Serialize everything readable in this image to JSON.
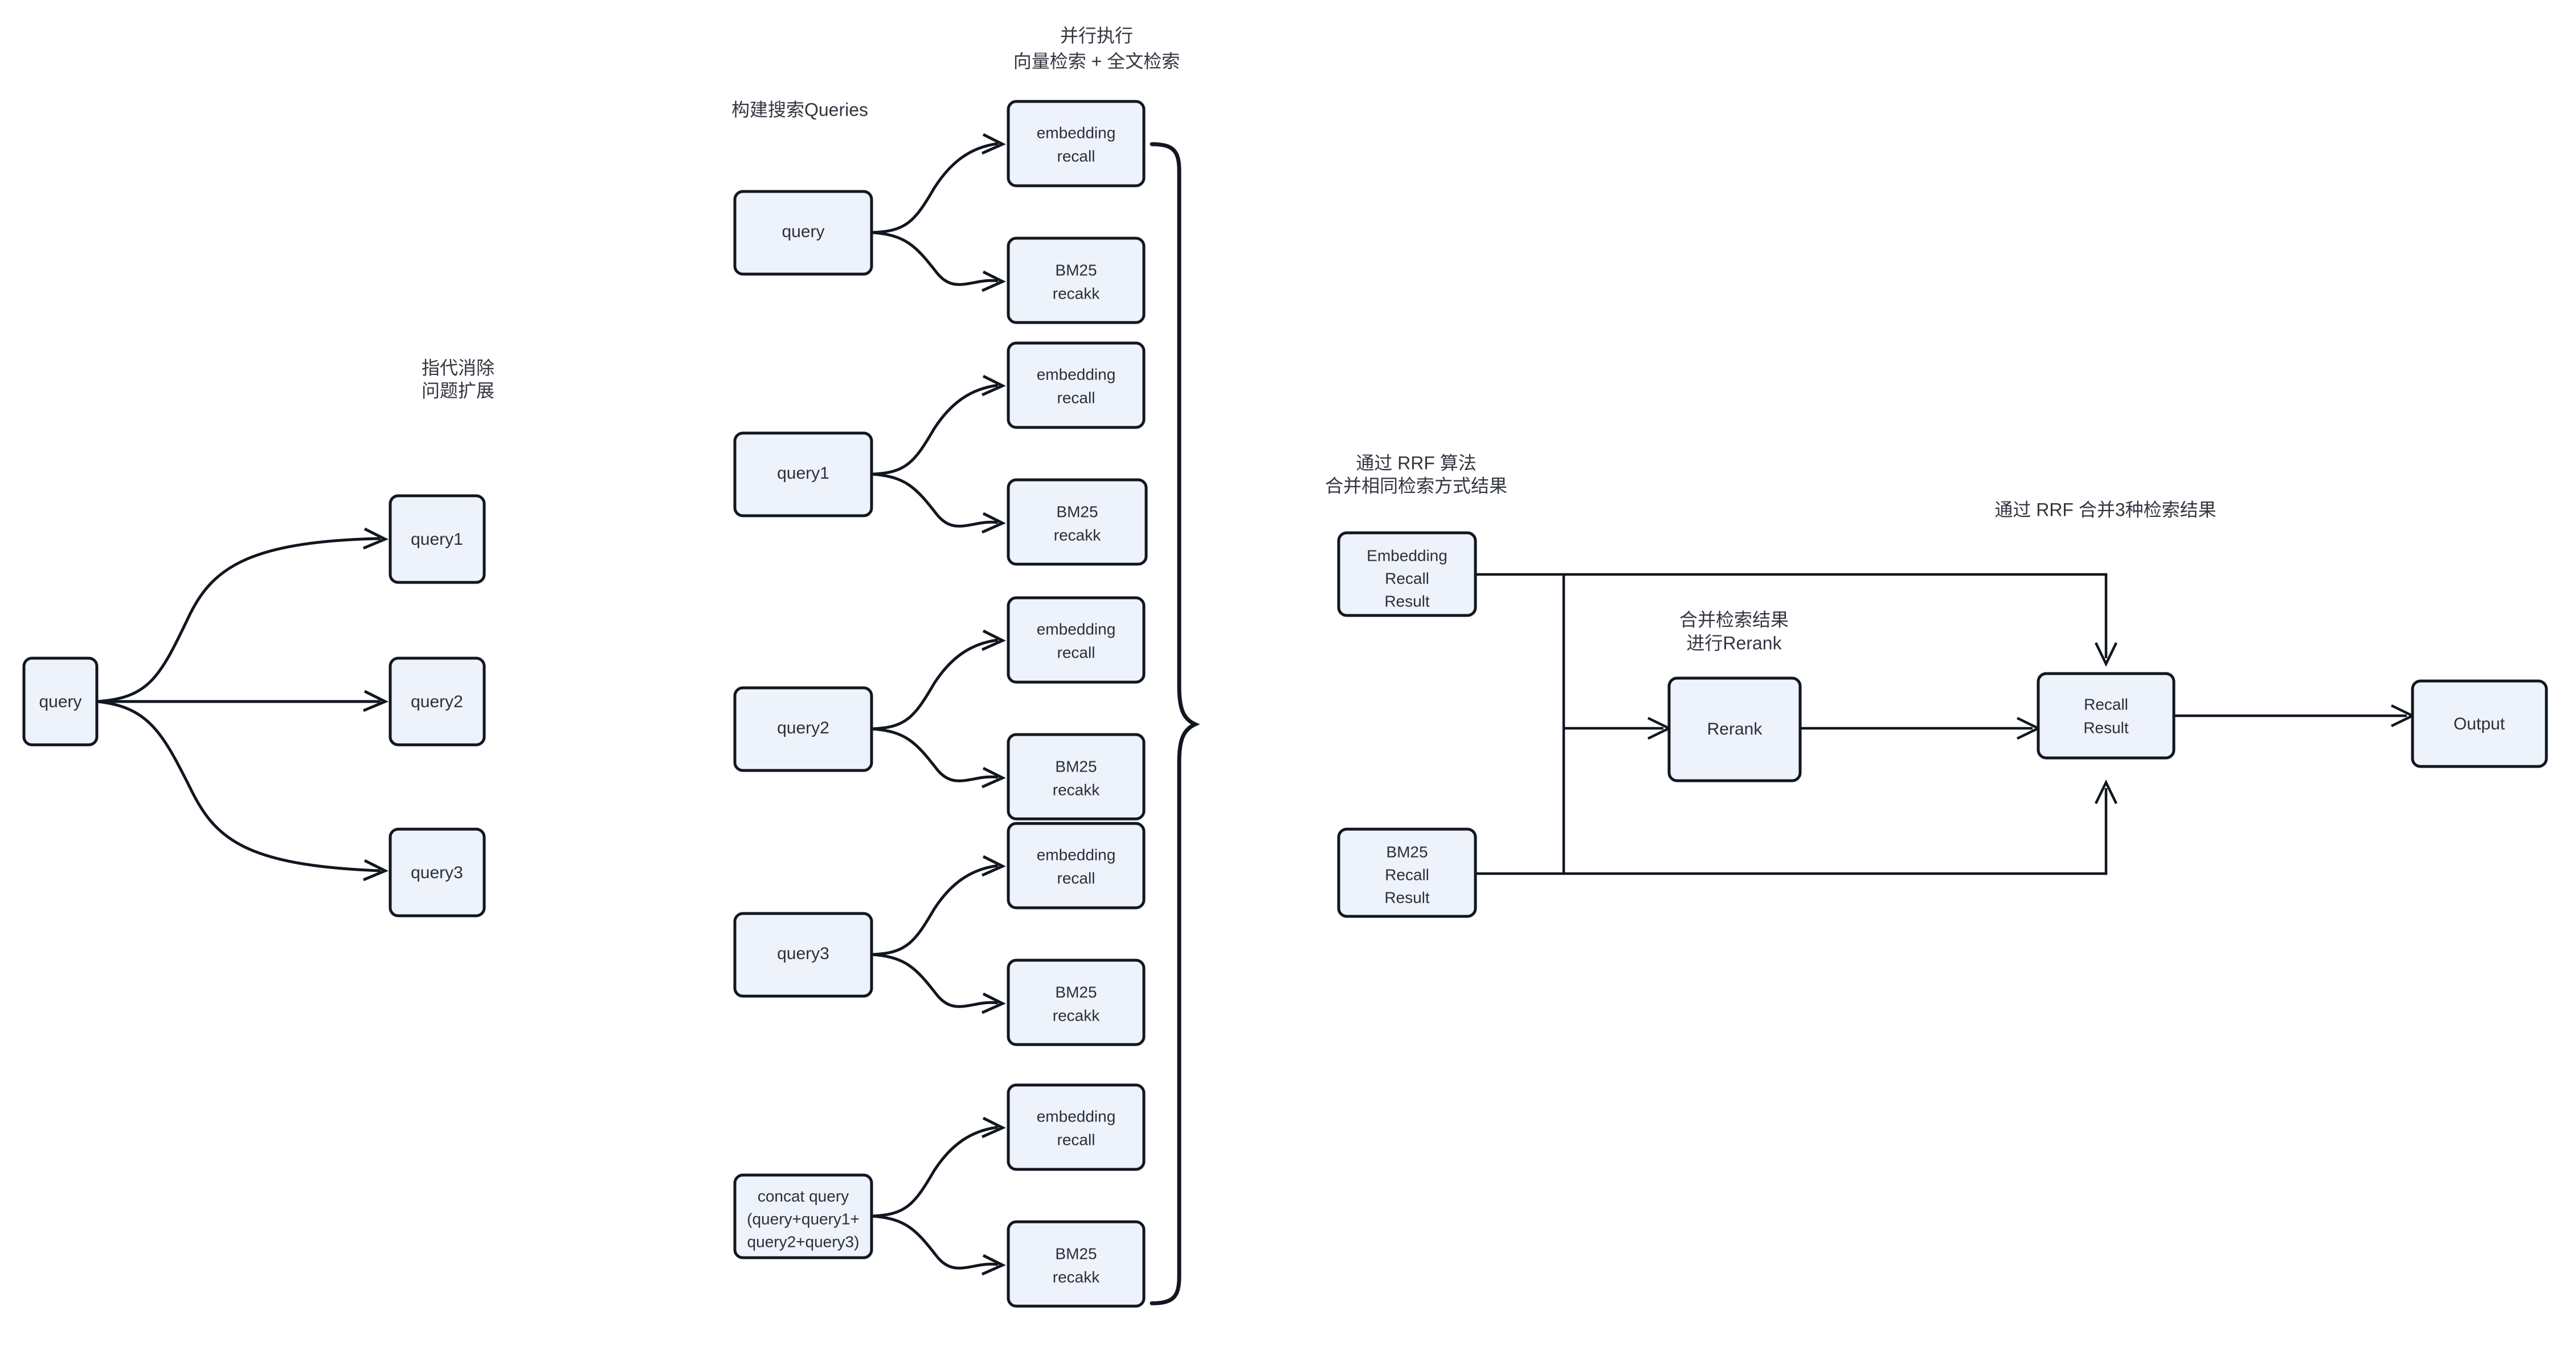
{
  "diagram": {
    "title": "RAG hybrid retrieval pipeline",
    "colors": {
      "node_fill": "#eef2fb",
      "node_stroke": "#11161f",
      "edge": "#11161f",
      "text": "#2b2f38",
      "background": "#ffffff"
    },
    "annotations": [
      {
        "id": "anno-query-expansion",
        "lines": [
          "指代消除",
          "问题扩展"
        ]
      },
      {
        "id": "anno-build-queries",
        "lines": [
          "构建搜索Queries"
        ]
      },
      {
        "id": "anno-parallel-exec",
        "lines": [
          "并行执行",
          "向量检索 + 全文检索"
        ]
      },
      {
        "id": "anno-rrf-same-type",
        "lines": [
          "通过 RRF 算法",
          "合并相同检索方式结果"
        ]
      },
      {
        "id": "anno-merge-rerank",
        "lines": [
          "合并检索结果",
          "进行Rerank"
        ]
      },
      {
        "id": "anno-rrf-three",
        "lines": [
          "通过 RRF 合并3种检索结果"
        ]
      }
    ],
    "stage_query_expansion": {
      "source": {
        "id": "node-query-source",
        "label": "query"
      },
      "expanded": [
        {
          "id": "node-query1",
          "label": "query1"
        },
        {
          "id": "node-query2",
          "label": "query2"
        },
        {
          "id": "node-query3",
          "label": "query3"
        }
      ]
    },
    "stage_search_queries": {
      "groups": [
        {
          "id": "group-query",
          "source": {
            "id": "node-sq-query",
            "lines": [
              "query"
            ]
          },
          "recalls": [
            {
              "id": "node-emb-recall-1",
              "lines": [
                "embedding",
                "recall"
              ]
            },
            {
              "id": "node-bm25-recall-1",
              "lines": [
                "BM25",
                "recakk"
              ]
            }
          ]
        },
        {
          "id": "group-query1",
          "source": {
            "id": "node-sq-query1",
            "lines": [
              "query1"
            ]
          },
          "recalls": [
            {
              "id": "node-emb-recall-2",
              "lines": [
                "embedding",
                "recall"
              ]
            },
            {
              "id": "node-bm25-recall-2",
              "lines": [
                "BM25",
                "recakk"
              ]
            }
          ]
        },
        {
          "id": "group-query2",
          "source": {
            "id": "node-sq-query2",
            "lines": [
              "query2"
            ]
          },
          "recalls": [
            {
              "id": "node-emb-recall-3",
              "lines": [
                "embedding",
                "recall"
              ]
            },
            {
              "id": "node-bm25-recall-3",
              "lines": [
                "BM25",
                "recakk"
              ]
            }
          ]
        },
        {
          "id": "group-query3",
          "source": {
            "id": "node-sq-query3",
            "lines": [
              "query3"
            ]
          },
          "recalls": [
            {
              "id": "node-emb-recall-4",
              "lines": [
                "embedding",
                "recall"
              ]
            },
            {
              "id": "node-bm25-recall-4",
              "lines": [
                "BM25",
                "recakk"
              ]
            }
          ]
        },
        {
          "id": "group-concat",
          "source": {
            "id": "node-sq-concat",
            "lines": [
              "concat query",
              "(query+query1+",
              "query2+query3)"
            ]
          },
          "recalls": [
            {
              "id": "node-emb-recall-5",
              "lines": [
                "embedding",
                "recall"
              ]
            },
            {
              "id": "node-bm25-recall-5",
              "lines": [
                "BM25",
                "recakk"
              ]
            }
          ]
        }
      ]
    },
    "stage_merge": {
      "embedding_result": {
        "id": "node-embedding-recall-result",
        "lines": [
          "Embedding",
          "Recall",
          "Result"
        ]
      },
      "bm25_result": {
        "id": "node-bm25-recall-result",
        "lines": [
          "BM25",
          "Recall",
          "Result"
        ]
      },
      "rerank": {
        "id": "node-rerank",
        "lines": [
          "Rerank"
        ]
      },
      "recall_result": {
        "id": "node-recall-result",
        "lines": [
          "Recall",
          "Result"
        ]
      },
      "output": {
        "id": "node-output",
        "lines": [
          "Output"
        ]
      }
    }
  }
}
